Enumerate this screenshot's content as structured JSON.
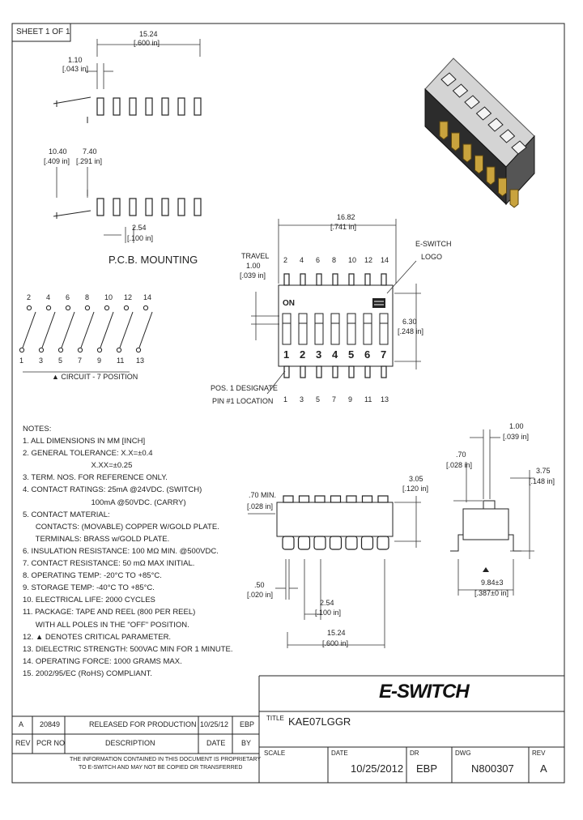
{
  "sheet": "SHEET 1 OF 1",
  "top_view": {
    "dim_overall": {
      "mm": "15.24",
      "in": "[.600 in]"
    },
    "dim_pad": {
      "mm": "1.10",
      "in": "[.043 in]"
    },
    "dim_a": {
      "mm": "10.40",
      "in": "[.409 in]"
    },
    "dim_b": {
      "mm": "7.40",
      "in": "[.291 in]"
    },
    "dim_pitch": {
      "mm": "2.54",
      "in": "[.100 in]"
    },
    "title": "P.C.B. MOUNTING"
  },
  "circuit": {
    "top_pins": [
      "2",
      "4",
      "6",
      "8",
      "10",
      "12",
      "14"
    ],
    "bottom_pins": [
      "1",
      "3",
      "5",
      "7",
      "9",
      "11",
      "13"
    ],
    "caption": "CIRCUIT - 7 POSITION"
  },
  "switch_view": {
    "width": {
      "mm": "16.82",
      "in": "[.741 in]"
    },
    "travel": {
      "label": "TRAVEL",
      "mm": "1.00",
      "in": "[.039 in]"
    },
    "height": {
      "mm": "6.30",
      "in": "[.248 in]"
    },
    "logo_label": [
      "E-SWITCH",
      "LOGO"
    ],
    "on_label": "ON",
    "positions": [
      "1",
      "2",
      "3",
      "4",
      "5",
      "6",
      "7"
    ],
    "top_pins": [
      "2",
      "4",
      "6",
      "8",
      "10",
      "12",
      "14"
    ],
    "bottom_pins": [
      "1",
      "3",
      "5",
      "7",
      "9",
      "11",
      "13"
    ],
    "pos_note": [
      "POS. 1 DESIGNATE",
      "PIN #1 LOCATION"
    ]
  },
  "side_view": {
    "min_height": {
      "mm": ".70 MIN.",
      "in": "[.028 in]"
    },
    "body_height": {
      "mm": "3.05",
      "in": "[.120 in]"
    },
    "pin_width": {
      "mm": ".50",
      "in": "[.020 in]"
    },
    "pitch": {
      "mm": "2.54",
      "in": "[.100 in]"
    },
    "span": {
      "mm": "15.24",
      "in": "[.600 in]"
    }
  },
  "end_view": {
    "d1": {
      "mm": "1.00",
      "in": "[.039 in]"
    },
    "d2": {
      "mm": ".70",
      "in": "[.028 in]"
    },
    "d3": {
      "mm": "3.75",
      "in": "[.148 in]"
    },
    "d4": {
      "mm": "9.84±3",
      "in": "[.387±0 in]"
    }
  },
  "notes": {
    "heading": "NOTES:",
    "items": [
      "1. ALL DIMENSIONS IN MM [INCH]",
      "2. GENERAL TOLERANCE: X.X=±0.4",
      "                                X.XX=±0.25",
      "3. TERM. NOS. FOR REFERENCE ONLY.",
      "4. CONTACT RATINGS: 25mA @24VDC. (SWITCH)",
      "                                100mA @50VDC. (CARRY)",
      "5. CONTACT MATERIAL:",
      "      CONTACTS: (MOVABLE) COPPER W/GOLD PLATE.",
      "      TERMINALS: BRASS w/GOLD PLATE.",
      "6. INSULATION RESISTANCE: 100 MΩ MIN. @500VDC.",
      "7. CONTACT RESISTANCE: 50 mΩ MAX INITIAL.",
      "8. OPERATING TEMP: -20°C TO +85°C.",
      "9. STORAGE TEMP: -40°C TO +85°C.",
      "10. ELECTRICAL LIFE: 2000 CYCLES",
      "11. PACKAGE: TAPE AND REEL (800 PER REEL)",
      "      WITH ALL POLES IN THE \"OFF\" POSITION.",
      "12. ▲ DENOTES CRITICAL PARAMETER.",
      "13. DIELECTRIC STRENGTH: 500VAC MIN FOR 1 MINUTE.",
      "14. OPERATING FORCE: 1000 GRAMS MAX.",
      "15. 2002/95/EC (RoHS) COMPLIANT."
    ]
  },
  "revision": {
    "row": {
      "rev": "A",
      "pcr": "20849",
      "desc": "RELEASED FOR PRODUCTION",
      "date": "10/25/12",
      "by": "EBP"
    },
    "headers": {
      "rev": "REV",
      "pcr": "PCR NO",
      "desc": "DESCRIPTION",
      "date": "DATE",
      "by": "BY"
    },
    "disclaimer": [
      "THE INFORMATION CONTAINED IN THIS DOCUMENT IS PROPRIETARY",
      "TO E-SWITCH AND MAY NOT BE COPIED OR TRANSFERRED"
    ]
  },
  "title_block": {
    "logo": "E-SWITCH",
    "title_label": "TITLE",
    "title": "KAE07LGGR",
    "scale_label": "SCALE",
    "date_label": "DATE",
    "date": "10/25/2012",
    "dr_label": "DR",
    "dr": "EBP",
    "dwg_label": "DWG",
    "dwg": "N800307",
    "rev_label": "REV",
    "rev": "A"
  }
}
